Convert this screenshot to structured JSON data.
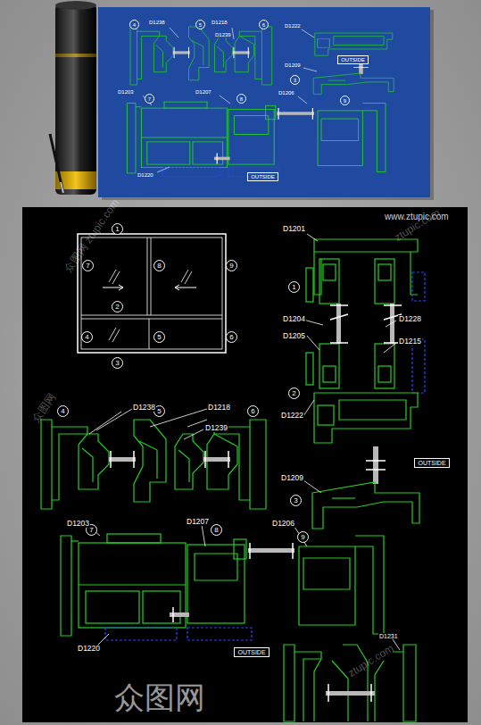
{
  "diagram": {
    "nodes": [
      {
        "text": [
          "4"
        ]
      },
      {
        "text": [
          "5"
        ]
      },
      {
        "text": [
          "6"
        ]
      },
      {
        "text": [
          "3"
        ]
      },
      {
        "text": [
          "OUTSIDE"
        ]
      },
      {
        "text": [
          "7"
        ]
      },
      {
        "text": [
          "8"
        ]
      },
      {
        "text": [
          "9"
        ]
      },
      {
        "text": [
          "OUTSIDE"
        ]
      },
      {
        "text": [
          "1"
        ]
      },
      {
        "text": [
          "7"
        ]
      },
      {
        "text": [
          "8"
        ]
      },
      {
        "text": [
          "9"
        ]
      },
      {
        "text": [
          "2"
        ]
      },
      {
        "text": [
          "4"
        ]
      },
      {
        "text": [
          "5"
        ]
      },
      {
        "text": [
          "6"
        ]
      },
      {
        "text": [
          "3"
        ]
      },
      {
        "text": [
          "1"
        ]
      },
      {
        "text": [
          "2"
        ]
      },
      {
        "text": [
          "OUTSIDE"
        ]
      },
      {
        "text": [
          "3"
        ]
      },
      {
        "text": [
          "4"
        ]
      },
      {
        "text": [
          "5"
        ]
      },
      {
        "text": [
          "6"
        ]
      },
      {
        "text": [
          "7"
        ]
      },
      {
        "text": [
          "8"
        ]
      },
      {
        "text": [
          "9"
        ]
      },
      {
        "text": [
          "OUTSIDE"
        ]
      }
    ],
    "edges": [],
    "labels": [
      "D1238",
      "D1218",
      "D1239",
      "D1222",
      "D1209",
      "D1203",
      "D1207",
      "D1206",
      "D1220",
      "www.ztupic.com",
      "D1201",
      "D1204",
      "D1228",
      "D1205",
      "D1215",
      "D1222",
      "D1209",
      "D1238",
      "D1218",
      "D1239",
      "D1203",
      "D1207",
      "D1206",
      "D1220",
      "D1231",
      "众图网",
      "ztupic.com",
      "众图网 ztupic.com",
      "众图网",
      "ztupic.com"
    ]
  }
}
